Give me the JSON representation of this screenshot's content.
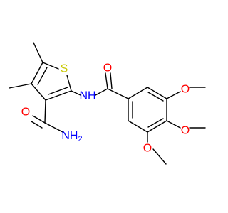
{
  "colors": {
    "bond": "#000000",
    "carbon_label": "#000000",
    "oxygen": "#ff0000",
    "nitrogen": "#0000ff",
    "sulfur": "#c8c800",
    "background": "#ffffff"
  },
  "atom_labels": {
    "sulfur": "S",
    "amide_nh": "NH",
    "amide_oxygen": "O",
    "carboxamide_oxygen": "O",
    "carboxamide_nh2_main": "NH",
    "carboxamide_nh2_sub": "2",
    "methoxy_oxygen_1": "O",
    "methoxy_oxygen_2": "O",
    "methoxy_oxygen_3": "O"
  }
}
